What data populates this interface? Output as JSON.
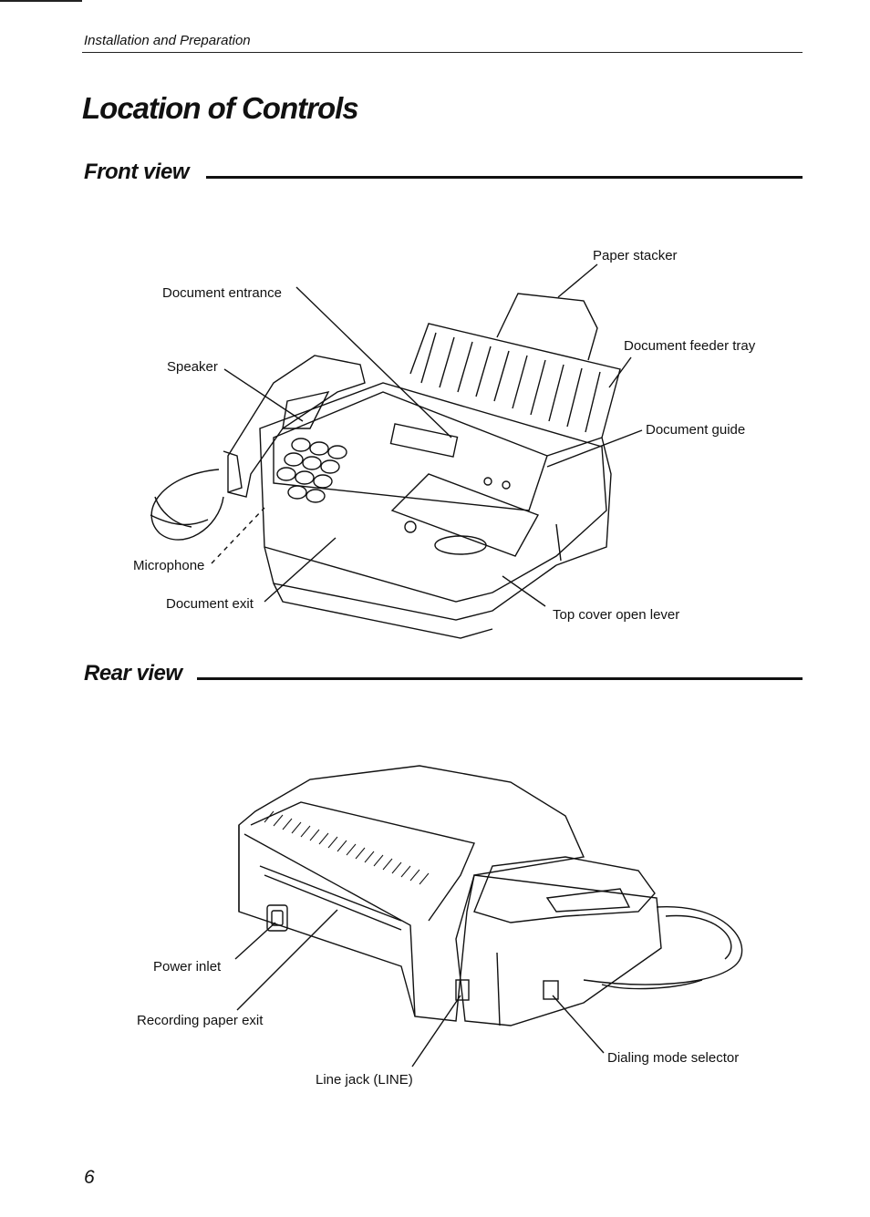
{
  "header": {
    "section": "Installation and Preparation"
  },
  "page": {
    "title": "Location of Controls",
    "number": "6"
  },
  "front_view": {
    "title": "Front view",
    "labels": {
      "paper_stacker": "Paper stacker",
      "document_entrance": "Document entrance",
      "document_feeder_tray": "Document feeder tray",
      "speaker": "Speaker",
      "document_guide": "Document guide",
      "microphone": "Microphone",
      "document_exit": "Document exit",
      "top_cover_open_lever": "Top cover open lever"
    }
  },
  "rear_view": {
    "title": "Rear view",
    "labels": {
      "power_inlet": "Power inlet",
      "recording_paper_exit": "Recording paper exit",
      "dialing_mode_selector": "Dialing mode selector",
      "line_jack": "Line jack (LINE)"
    }
  }
}
